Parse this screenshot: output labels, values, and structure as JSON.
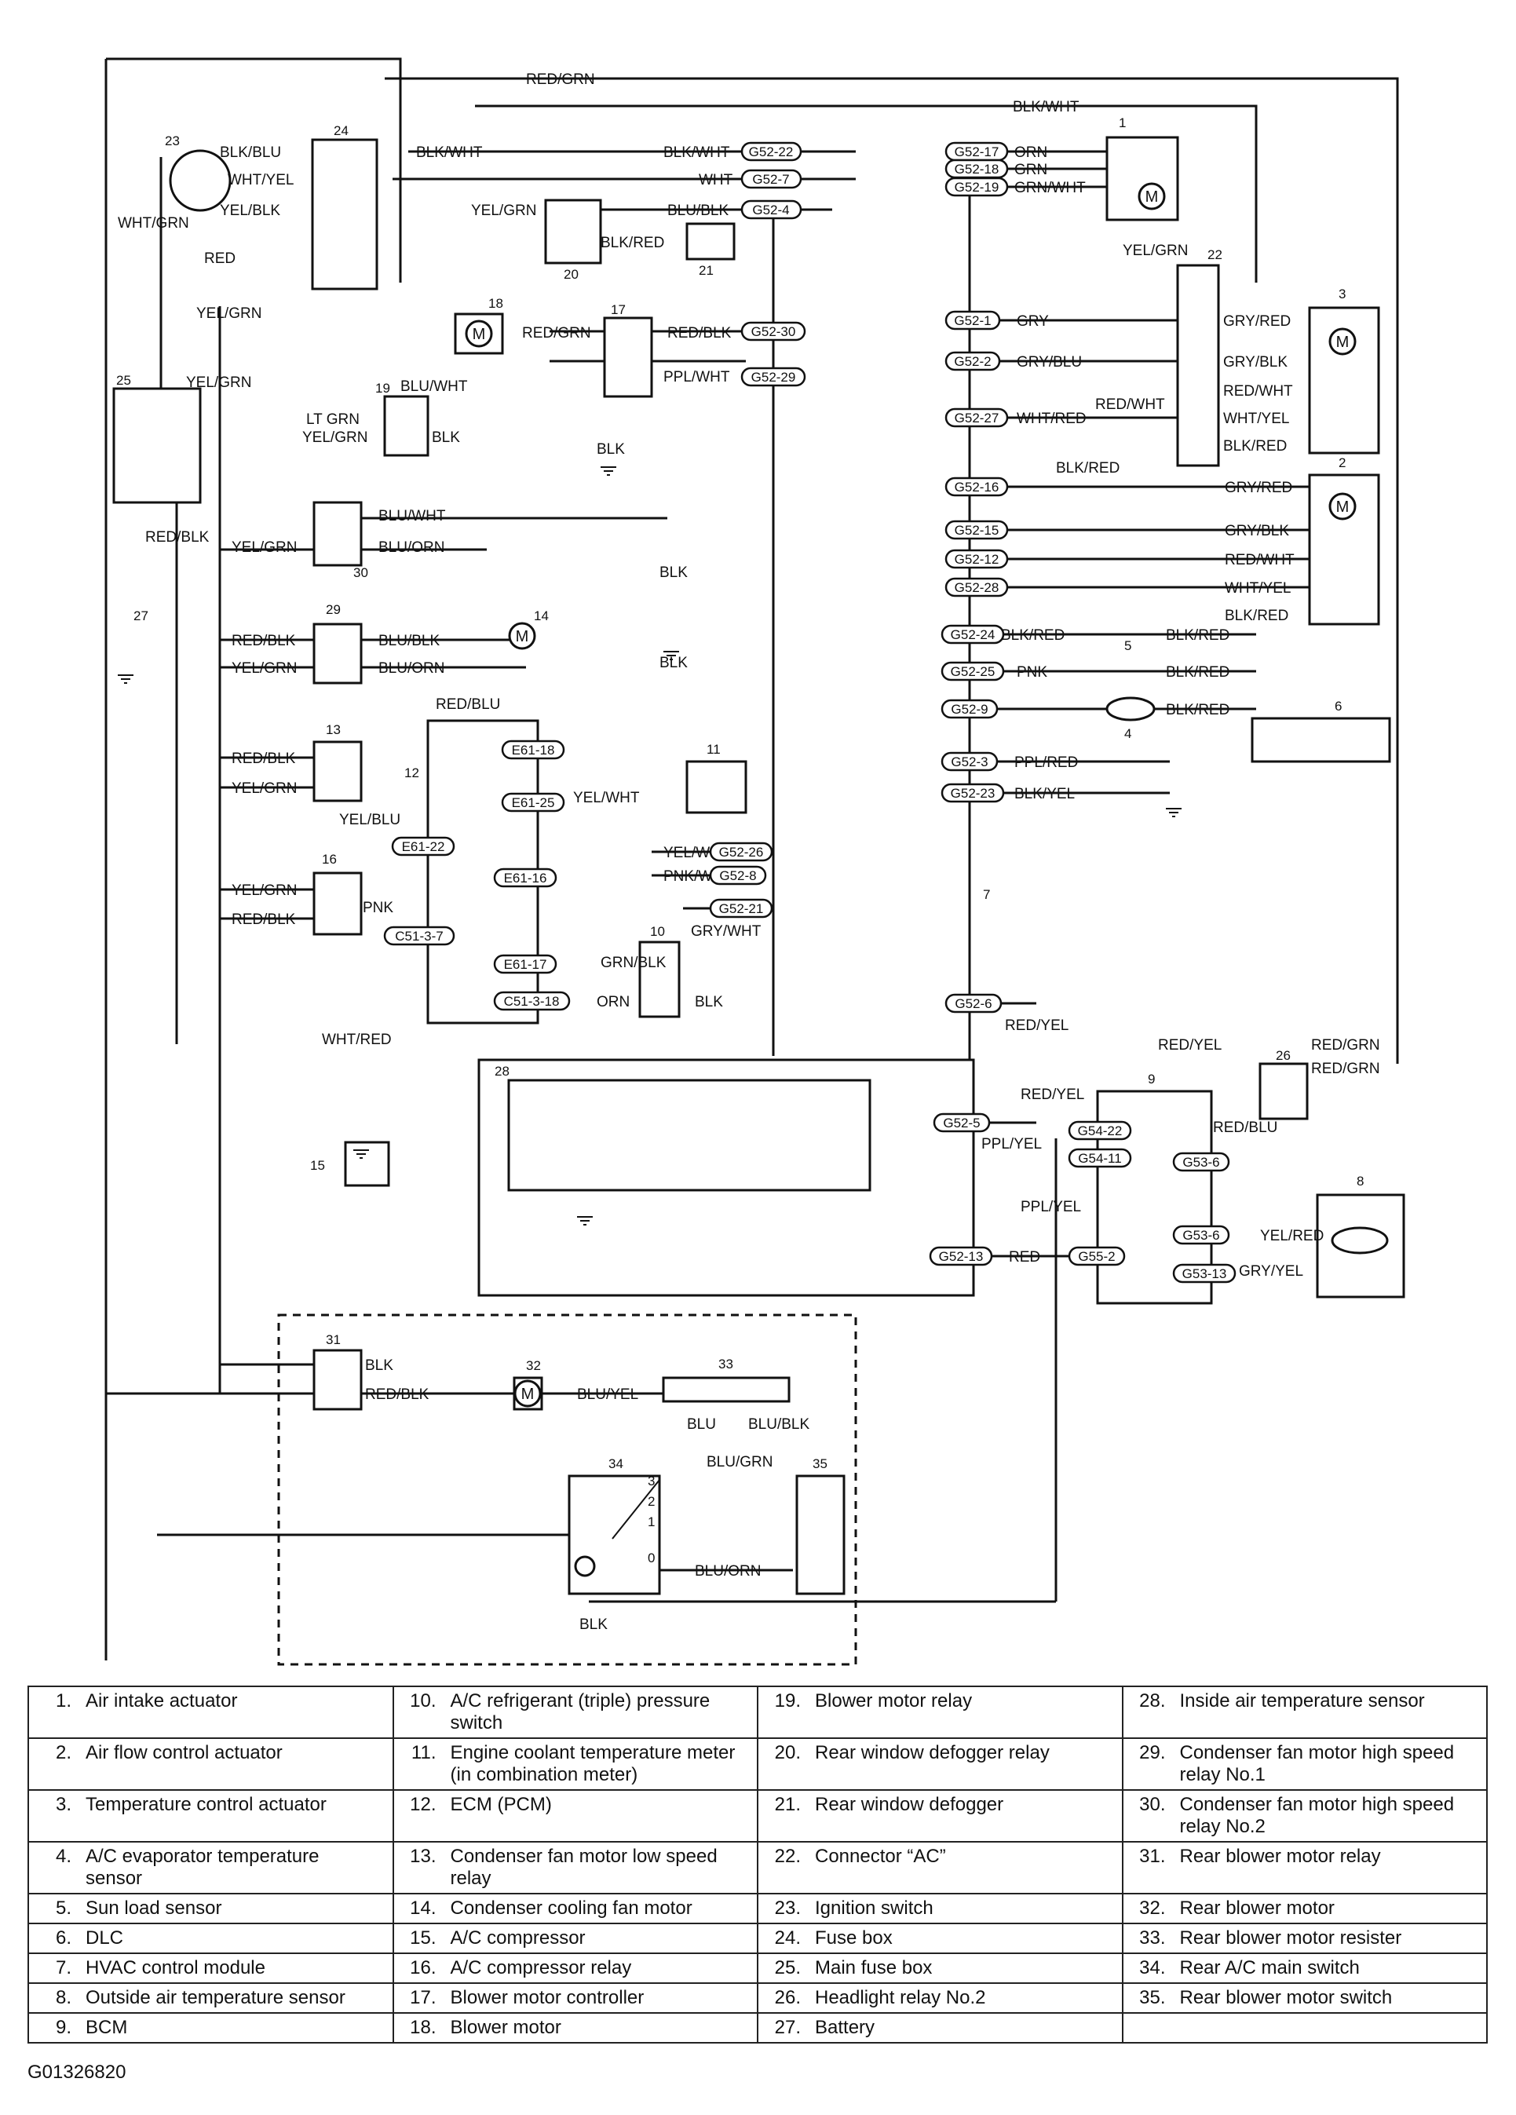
{
  "wires": {
    "red_grn": "RED/GRN",
    "blk_wht": "BLK/WHT",
    "blk_blu": "BLK/BLU",
    "wht_yel": "WHT/YEL",
    "wht": "WHT",
    "yel_blk": "YEL/BLK",
    "yel_grn": "YEL/GRN",
    "blu_blk": "BLU/BLK",
    "blk_red": "BLK/RED",
    "red": "RED",
    "wht_grn": "WHT/GRN",
    "orn": "ORN",
    "grn": "GRN",
    "grn_wht": "GRN/WHT",
    "gry": "GRY",
    "gry_blu": "GRY/BLU",
    "gry_red": "GRY/RED",
    "gry_blk": "GRY/BLK",
    "red_wht": "RED/WHT",
    "wht_red": "WHT/RED",
    "blk": "BLK",
    "ppl_wht": "PPL/WHT",
    "lt_grn": "LT GRN",
    "blu_wht": "BLU/WHT",
    "red_blk": "RED/BLK",
    "blu_orn": "BLU/ORN",
    "red_blu": "RED/BLU",
    "pnk": "PNK",
    "yel_wht": "YEL/WHT",
    "yel_blu": "YEL/BLU",
    "pnk_wht": "PNK/WHT",
    "gry_wht": "GRY/WHT",
    "grn_blk": "GRN/BLK",
    "ppl_red": "PPL/RED",
    "blk_yel": "BLK/YEL",
    "red_yel": "RED/YEL",
    "ppl_yel": "PPL/YEL",
    "yel_red": "YEL/RED",
    "gry_yel": "GRY/YEL",
    "blu_yel": "BLU/YEL",
    "blu": "BLU",
    "blu_grn": "BLU/GRN",
    "red_blu_faded": "RED/BLU"
  },
  "connectors": {
    "g52_22": "G52-22",
    "g52_7": "G52-7",
    "g52_4": "G52-4",
    "g52_17": "G52-17",
    "g52_18": "G52-18",
    "g52_19": "G52-19",
    "g52_30": "G52-30",
    "g52_29": "G52-29",
    "g52_1": "G52-1",
    "g52_2": "G52-2",
    "g52_27": "G52-27",
    "g52_16": "G52-16",
    "g52_15": "G52-15",
    "g52_12": "G52-12",
    "g52_28": "G52-28",
    "g52_24": "G52-24",
    "g52_25": "G52-25",
    "g52_9": "G52-9",
    "g52_3": "G52-3",
    "g52_23": "G52-23",
    "g52_26": "G52-26",
    "g52_8": "G52-8",
    "g52_21": "G52-21",
    "g52_6": "G52-6",
    "g52_5": "G52-5",
    "g52_13": "G52-13",
    "e61_18": "E61-18",
    "e61_25": "E61-25",
    "e61_22": "E61-22",
    "e61_16": "E61-16",
    "e61_17": "E61-17",
    "c51_3_7": "C51-3-7",
    "c51_3_18": "C51-3-18",
    "g54_22": "G54-22",
    "g54_11": "G54-11",
    "g53_6": "G53-6",
    "g55_2": "G55-2",
    "g53_13": "G53-13"
  },
  "switch_positions": {
    "p3": "3",
    "p2": "2",
    "p1": "1",
    "p0": "0"
  },
  "components": [
    {
      "n": "1.",
      "label": "Air intake actuator"
    },
    {
      "n": "2.",
      "label": "Air flow control actuator"
    },
    {
      "n": "3.",
      "label": "Temperature control actuator"
    },
    {
      "n": "4.",
      "label": "A/C evaporator temperature sensor"
    },
    {
      "n": "5.",
      "label": "Sun load sensor"
    },
    {
      "n": "6.",
      "label": "DLC"
    },
    {
      "n": "7.",
      "label": "HVAC control module"
    },
    {
      "n": "8.",
      "label": "Outside air temperature sensor"
    },
    {
      "n": "9.",
      "label": "BCM"
    },
    {
      "n": "10.",
      "label": "A/C refrigerant (triple) pressure switch"
    },
    {
      "n": "11.",
      "label": "Engine coolant temperature meter (in combination meter)"
    },
    {
      "n": "12.",
      "label": "ECM (PCM)"
    },
    {
      "n": "13.",
      "label": "Condenser fan motor low speed relay"
    },
    {
      "n": "14.",
      "label": "Condenser cooling fan motor"
    },
    {
      "n": "15.",
      "label": "A/C compressor"
    },
    {
      "n": "16.",
      "label": "A/C compressor relay"
    },
    {
      "n": "17.",
      "label": "Blower motor controller"
    },
    {
      "n": "18.",
      "label": "Blower motor"
    },
    {
      "n": "19.",
      "label": "Blower motor relay"
    },
    {
      "n": "20.",
      "label": "Rear window defogger relay"
    },
    {
      "n": "21.",
      "label": "Rear window defogger"
    },
    {
      "n": "22.",
      "label": "Connector “AC”"
    },
    {
      "n": "23.",
      "label": "Ignition switch"
    },
    {
      "n": "24.",
      "label": "Fuse box"
    },
    {
      "n": "25.",
      "label": "Main fuse box"
    },
    {
      "n": "26.",
      "label": "Headlight relay No.2"
    },
    {
      "n": "27.",
      "label": "Battery"
    },
    {
      "n": "28.",
      "label": "Inside air temperature sensor"
    },
    {
      "n": "29.",
      "label": "Condenser fan motor high speed relay No.1"
    },
    {
      "n": "30.",
      "label": "Condenser fan motor high speed relay No.2"
    },
    {
      "n": "31.",
      "label": "Rear blower motor relay"
    },
    {
      "n": "32.",
      "label": "Rear blower motor"
    },
    {
      "n": "33.",
      "label": "Rear blower motor resister"
    },
    {
      "n": "34.",
      "label": "Rear A/C main switch"
    },
    {
      "n": "35.",
      "label": "Rear blower motor switch"
    }
  ],
  "figure_code": "G01326820"
}
